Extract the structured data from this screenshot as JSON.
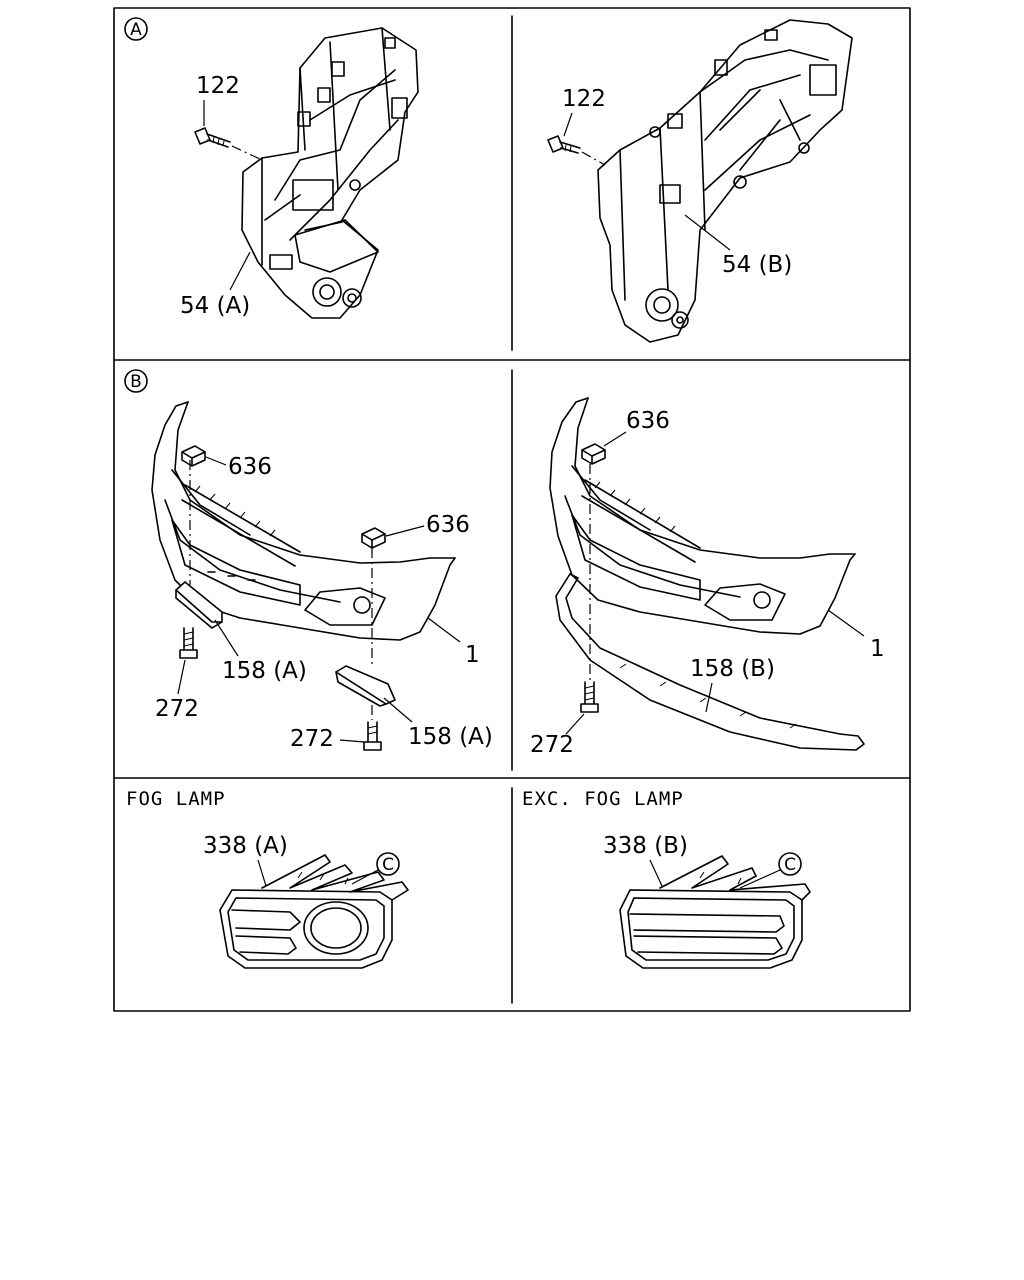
{
  "panels": {
    "a": {
      "marker": "A",
      "left": {
        "bolt_label": "122",
        "bracket_label": "54 (A)"
      },
      "right": {
        "bolt_label": "122",
        "bracket_label": "54 (B)"
      }
    },
    "b": {
      "marker": "B",
      "left": {
        "clip_label_1": "636",
        "clip_label_2": "636",
        "bumper_label": "1",
        "trim_label_1": "158 (A)",
        "trim_label_2": "158 (A)",
        "screw_label_1": "272",
        "screw_label_2": "272"
      },
      "right": {
        "clip_label": "636",
        "bumper_label": "1",
        "trim_label": "158 (B)",
        "screw_label": "272"
      }
    },
    "c": {
      "left": {
        "header": "FOG  LAMP",
        "grille_label": "338 (A)",
        "marker": "C"
      },
      "right": {
        "header": "EXC. FOG  LAMP",
        "grille_label": "338 (B)",
        "marker": "C"
      }
    }
  }
}
